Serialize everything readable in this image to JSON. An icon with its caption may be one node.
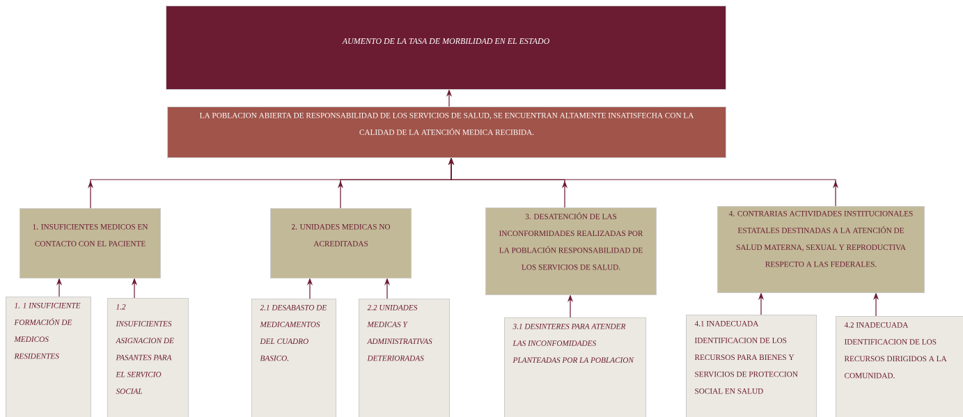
{
  "diagram": {
    "nodes": [
      {
        "text": [
          "AUMENTO DE LA TASA DE MORBILIDAD EN EL ESTADO"
        ]
      },
      {
        "text": [
          "LA POBLACION ABIERTA DE RESPONSABILIDAD DE LOS SERVICIOS DE SALUD, SE ENCUENTRAN ALTAMENTE INSATISFECHA CON LA CALIDAD DE LA ATENCIÓN MEDICA RECIBIDA."
        ]
      },
      {
        "text": [
          "1. INSUFICIENTES MEDICOS EN CONTACTO  CON EL PACIENTE"
        ]
      },
      {
        "text": [
          "2. UNIDADES MEDICAS NO ACREDITADAS"
        ]
      },
      {
        "text": [
          "3. DESATENCIÓN DE LAS INCONFORMIDADES REALIZADAS POR LA POBLACIÓN RESPONSABILIDAD DE LOS SERVICIOS DE SALUD."
        ]
      },
      {
        "text": [
          "4. CONTRARIAS ACTIVIDADES INSTITUCIONALES ESTATALES DESTINADAS A LA ATENCIÓN DE SALUD MATERNA, SEXUAL Y REPRODUCTIVA RESPECTO A LAS FEDERALES."
        ]
      },
      {
        "text": [
          "1. 1 INSUFICIENTE FORMACIÓN DE MEDICOS RESIDENTES"
        ]
      },
      {
        "text": [
          "1.2 INSUFICIENTES ASIGNACION DE PASANTES PARA EL SERVICIO SOCIAL"
        ]
      },
      {
        "text": [
          "2.1 DESABASTO DE MEDICAMENTOS DEL CUADRO BASICO."
        ]
      },
      {
        "text": [
          "2.2 UNIDADES MEDICAS Y ADMINISTRATIVAS DETERIORADAS"
        ]
      },
      {
        "text": [
          "3.1 DESINTERES PARA ATENDER LAS INCONFOMIDADES PLANTEADAS POR LA POBLACION"
        ]
      },
      {
        "text": [
          "4.1 INADECUADA IDENTIFICACION DE LOS RECURSOS PARA BIENES Y SERVICIOS DE PROTECCION SOCIAL EN SALUD"
        ]
      },
      {
        "text": [
          "4.2 INADECUADA IDENTIFICACION DE LOS RECURSOS DIRIGIDOS A LA COMUNIDAD."
        ]
      }
    ],
    "edges": [
      {
        "from": 1,
        "to": 0,
        "arrow": "to"
      },
      {
        "from": 2,
        "to": 1,
        "arrow": "to"
      },
      {
        "from": 3,
        "to": 1,
        "arrow": "to"
      },
      {
        "from": 4,
        "to": 1,
        "arrow": "to"
      },
      {
        "from": 5,
        "to": 1,
        "arrow": "to"
      },
      {
        "from": 6,
        "to": 2,
        "arrow": "to"
      },
      {
        "from": 7,
        "to": 2,
        "arrow": "to"
      },
      {
        "from": 8,
        "to": 3,
        "arrow": "to"
      },
      {
        "from": 9,
        "to": 3,
        "arrow": "to"
      },
      {
        "from": 10,
        "to": 4,
        "arrow": "to"
      },
      {
        "from": 11,
        "to": 5,
        "arrow": "to"
      },
      {
        "from": 12,
        "to": 5,
        "arrow": "to"
      }
    ]
  }
}
